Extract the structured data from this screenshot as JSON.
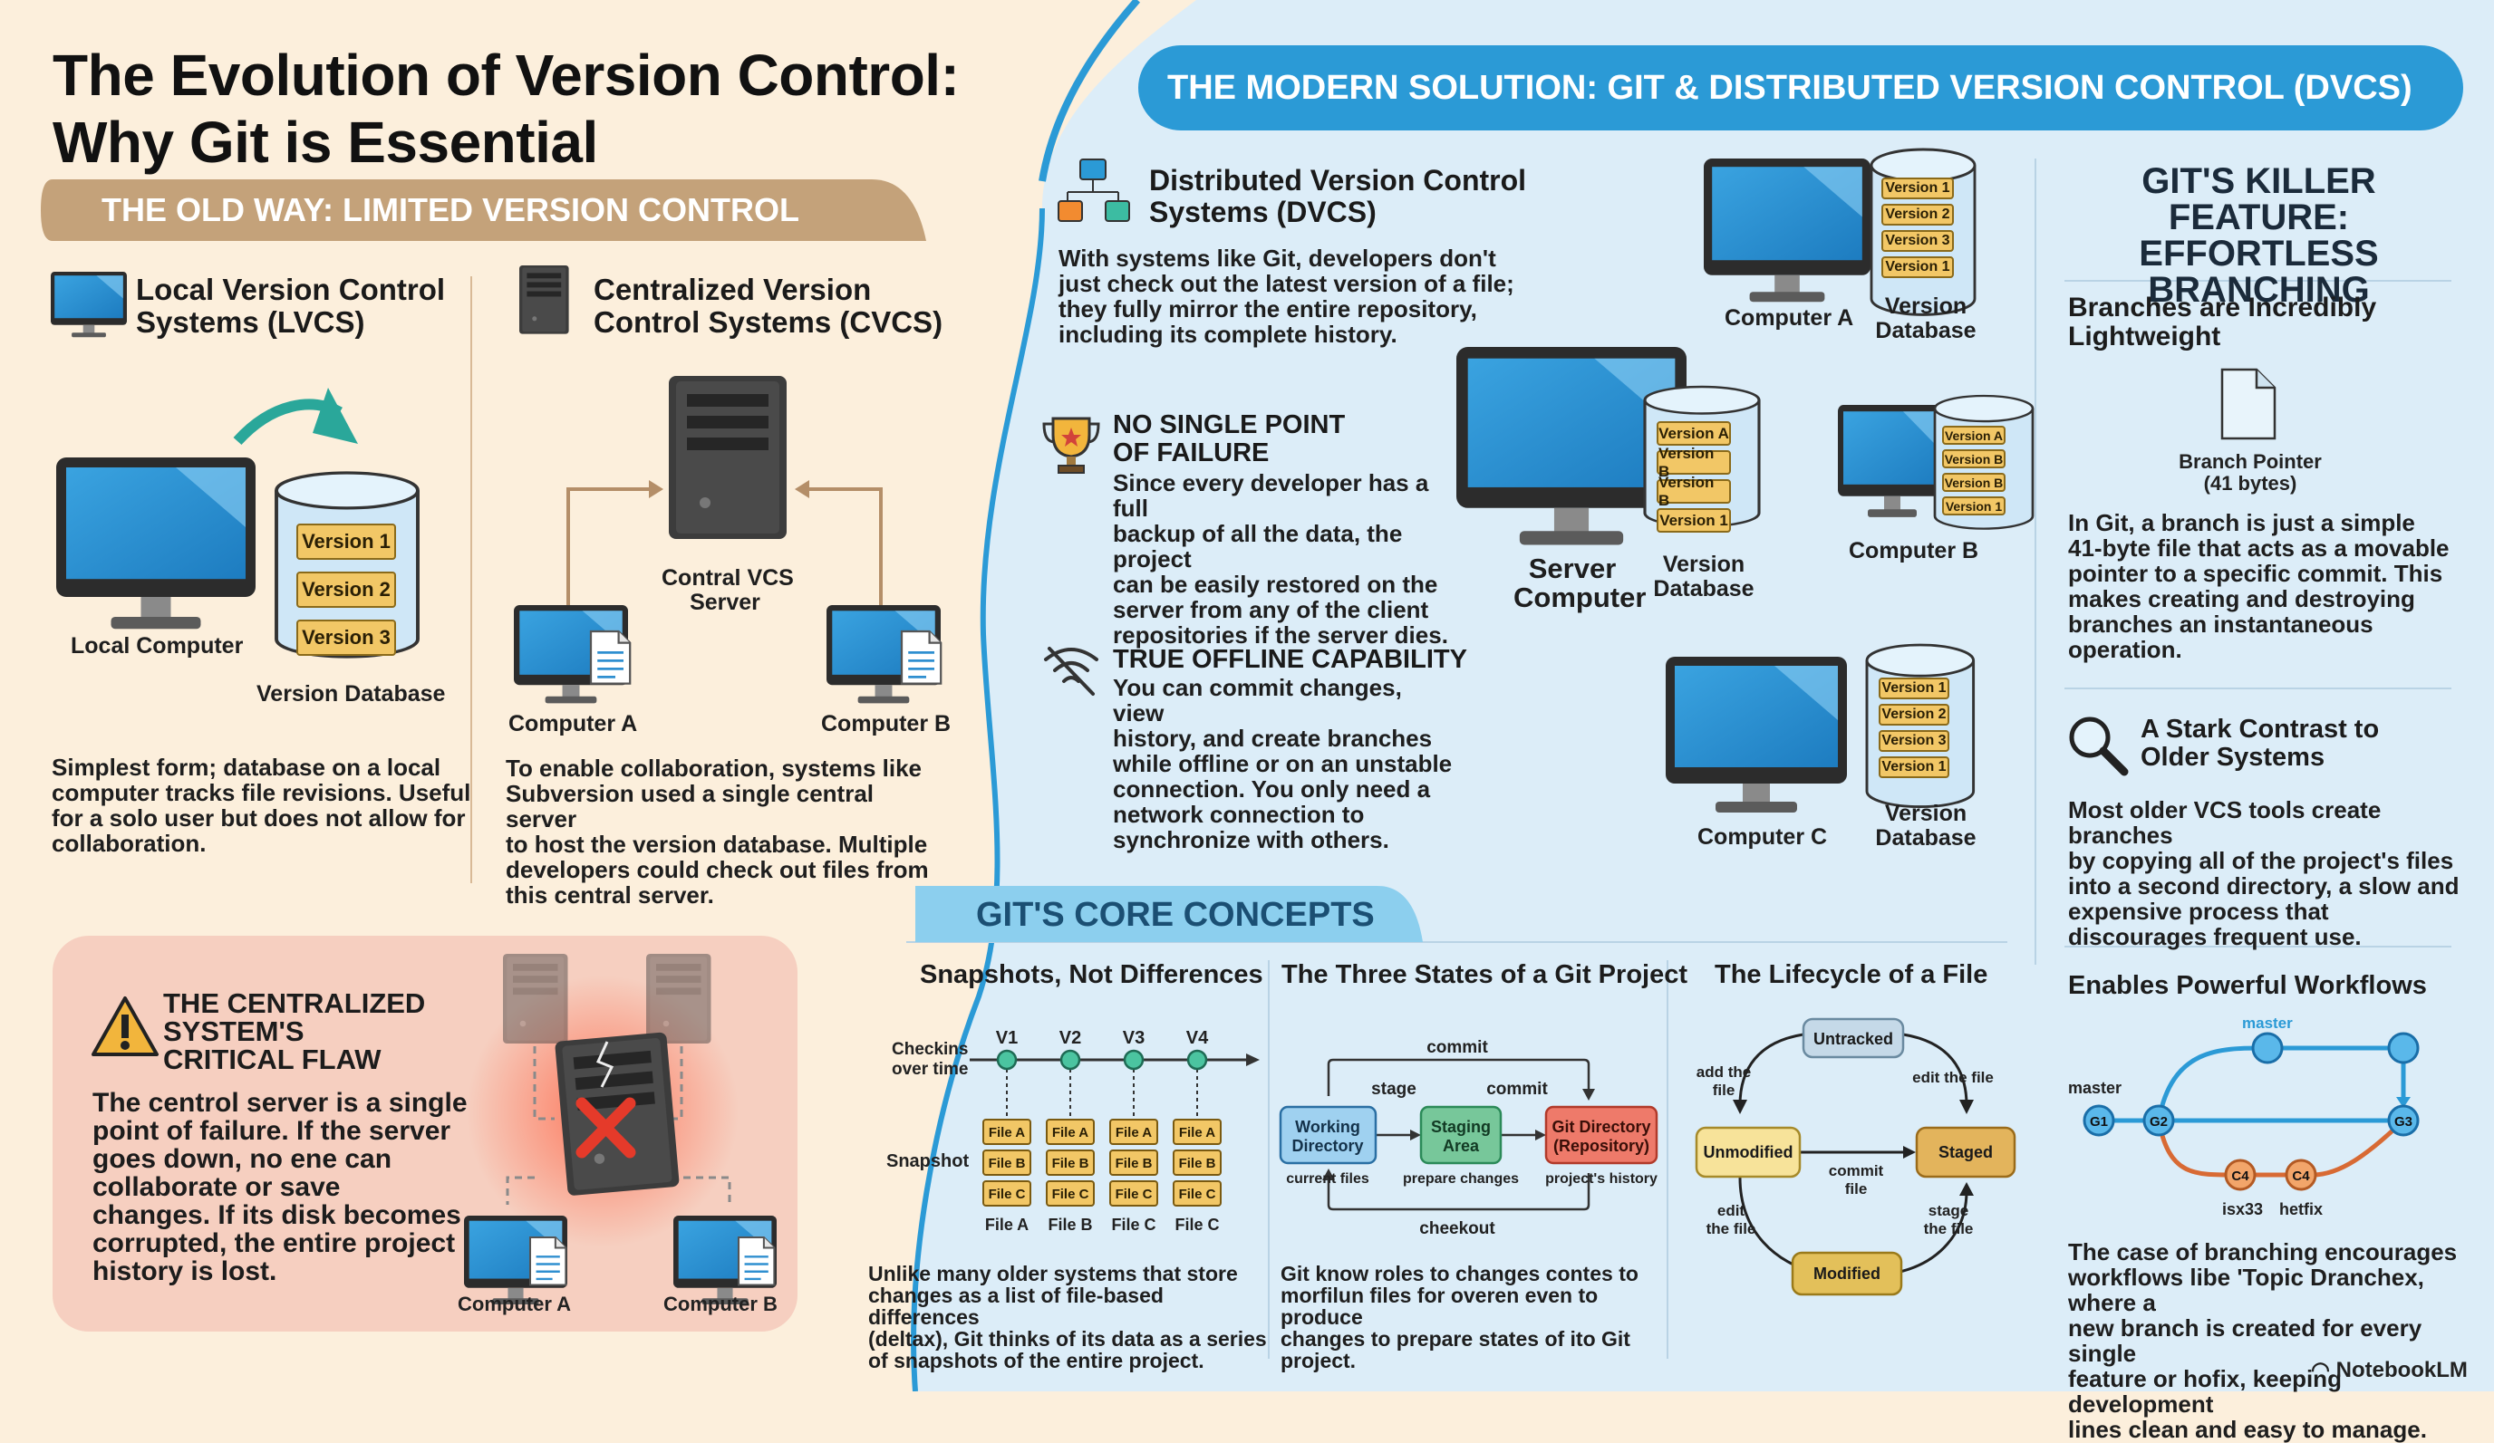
{
  "title": {
    "line1": "The Evolution of Version Control:",
    "line2": "Why Git is Essential"
  },
  "old_way": {
    "banner": "THE OLD WAY: LIMITED VERSION CONTROL",
    "lvcs": {
      "title_l1": "Local Version Control",
      "title_l2": "Systems (LVCS)",
      "local_computer": "Local Computer",
      "version_database": "Version Database",
      "versions": [
        "Version 1",
        "Version 2",
        "Version 3"
      ],
      "desc": [
        "Simplest form; database on a local",
        "computer tracks file revisions. Useful",
        "for a solo user but does not allow for",
        "collaboration."
      ]
    },
    "cvcs": {
      "title_l1": "Centralized Version",
      "title_l2": "Control Systems (CVCS)",
      "server_l1": "Contral VCS",
      "server_l2": "Server",
      "computer_a": "Computer A",
      "computer_b": "Computer B",
      "desc": [
        "To enable collaboration, systems like",
        "Subversion used a single central server",
        "to host the version database. Multiple",
        "developers could check out files from",
        "this central server."
      ]
    },
    "flaw": {
      "title": [
        "THE CENTRALIZED",
        "SYSTEM'S",
        "CRITICAL FLAW"
      ],
      "desc": [
        "The centrol server is a single",
        "point of failure. If the server",
        "goes down, no ene can",
        "collaborate or save",
        "changes. If its disk becomes",
        "corrupted, the entire project",
        "history is lost."
      ],
      "computer_a": "Computer A",
      "computer_b": "Computer B"
    }
  },
  "modern": {
    "banner": "THE MODERN SOLUTION: GIT & DISTRIBUTED VERSION CONTROL (DVCS)",
    "dvcs": {
      "title_l1": "Distributed Version Control",
      "title_l2": "Systems (DVCS)",
      "desc": [
        "With systems like Git, developers don't",
        "just check out the latest version of a file;",
        "they fully mirror the entire repository,",
        "including its complete history."
      ]
    },
    "spof": {
      "title_l1": "NO SINGLE POINT",
      "title_l2": "OF FAILURE",
      "desc": [
        "Since every developer has a full",
        "backup of all the data, the project",
        "can be easily restored on the",
        "server from any of the client",
        "repositories if the server dies."
      ]
    },
    "offline": {
      "title": "TRUE OFFLINE CAPABILITY",
      "desc": [
        "You can commit changes, view",
        "history, and create branches",
        "while offline or on an unstable",
        "connection. You only need a",
        "network connection to",
        "synchronize with others."
      ]
    },
    "network": {
      "computer_a": "Computer A",
      "computer_b": "Computer B",
      "computer_c": "Computer C",
      "server_l1": "Server",
      "server_l2": "Computer",
      "vdb_l1": "Version",
      "vdb_l2": "Database",
      "versions_num": [
        "Version 1",
        "Version 2",
        "Version 3",
        "Version 1"
      ],
      "versions_letter": [
        "Version A",
        "Version B",
        "Version B",
        "Version 1"
      ]
    }
  },
  "killer": {
    "title": [
      "GIT'S KILLER FEATURE:",
      "EFFORTLESS",
      "BRANCHING"
    ],
    "lightweight": {
      "title_l1": "Branches are Incredibly",
      "title_l2": "Lightweight",
      "pointer_l1": "Branch Pointer",
      "pointer_l2": "(41 bytes)",
      "desc": [
        "In Git, a branch is just a simple",
        "41-byte file that acts as a movable",
        "pointer to a specific commit. This",
        "makes creating and destroying",
        "branches an instantaneous",
        "operation."
      ]
    },
    "contrast": {
      "title_l1": "A Stark Contrast to",
      "title_l2": "Older Systems",
      "desc": [
        "Most older VCS tools create branches",
        "by copying all of the project's files",
        "into a second directory, a slow and",
        "expensive process that",
        "discourages frequent use."
      ]
    },
    "workflows": {
      "title": "Enables Powerful Workflows",
      "graph": {
        "master_top": "master",
        "master_left": "master",
        "g1": "G1",
        "g2": "G2",
        "g3": "G3",
        "c4a": "C4",
        "c4b": "C4",
        "isx": "isx33",
        "hotfix": "hetfix"
      },
      "desc": [
        "The case of branching encourages",
        "workflows libe 'Topic Dranchex, where a",
        "new branch is created for every single",
        "feature or hofix, keeping development",
        "lines clean and easy to manage."
      ]
    }
  },
  "core": {
    "banner": "GIT'S CORE CONCEPTS",
    "snapshots": {
      "title": "Snapshots, Not Differences",
      "checkins_l1": "Checkins",
      "checkins_l2": "over time",
      "snapshot": "Snapshot",
      "versions": [
        "V1",
        "V2",
        "V3",
        "V4"
      ],
      "files": [
        "File A",
        "File B",
        "File C"
      ],
      "cols": [
        "File A",
        "File B",
        "File C",
        "File C"
      ],
      "desc": [
        "Unlike many older systems that store",
        "changes as a list of file-based differences",
        "(deltax), Git thinks of its data as a series",
        "of snapshots of the entire project."
      ]
    },
    "three_states": {
      "title": "The Three States of a Git Project",
      "working_l1": "Working",
      "working_l2": "Directory",
      "staging_l1": "Staging",
      "staging_l2": "Area",
      "gitdir_l1": "Git Directory",
      "gitdir_l2": "(Repository)",
      "current_files": "current files",
      "prepare_changes": "prepare changes",
      "history": "project's history",
      "commit_top": "commit",
      "stage": "stage",
      "commit": "commit",
      "checkout": "cheekout",
      "desc": [
        "Git know roles to changes contes to",
        "morfilun files for overen even to produce",
        "changes to prepare states of ito Git",
        "project."
      ]
    },
    "lifecycle": {
      "title": "The Lifecycle of a File",
      "untracked": "Untracked",
      "unmodified": "Unmodified",
      "staged": "Staged",
      "modified": "Modified",
      "add_l1": "add the",
      "add_l2": "file",
      "edit_top": "edit the file",
      "commit_l1": "commit",
      "commit_l2": "file",
      "edit_l1": "edit",
      "edit_l2": "the file",
      "stage_l1": "stage",
      "stage_l2": "the file"
    }
  },
  "brand": "NotebookLM",
  "colors": {
    "cream": "#fcefdc",
    "blue_panel": "#dcedf8",
    "banner_blue": "#2b9ad6",
    "banner_tan": "#c4a27a",
    "flaw_pink": "#f6cfc0",
    "version_yellow": "#f2c766"
  }
}
